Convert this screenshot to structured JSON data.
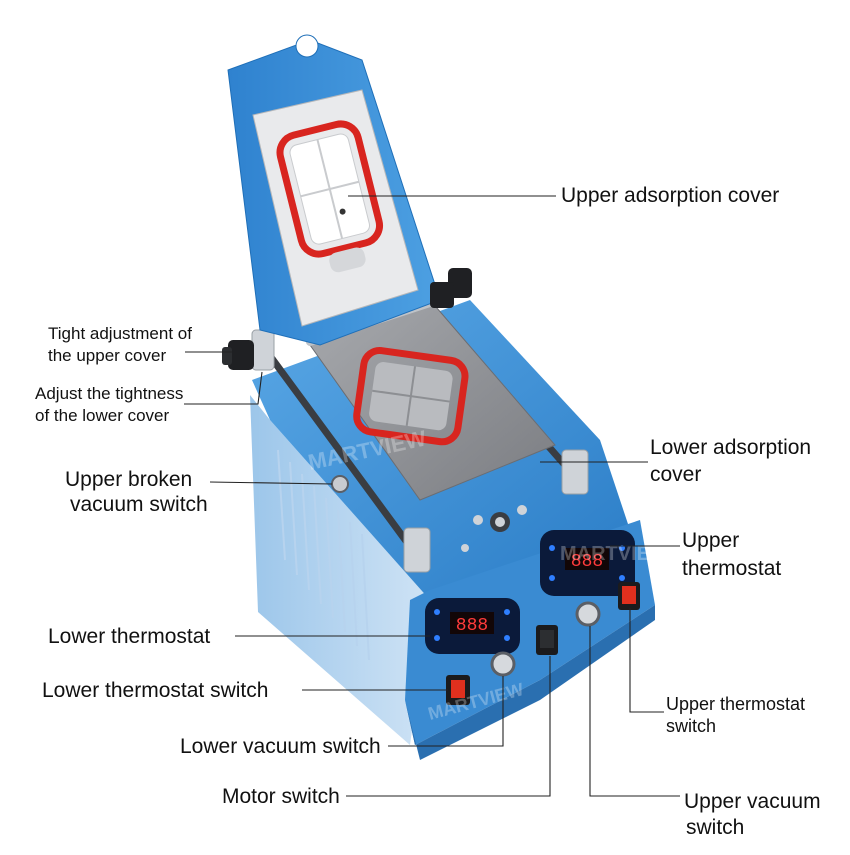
{
  "labels": {
    "upper_adsorption_cover": "Upper adsorption cover",
    "tight_adjust_line1": "Tight adjustment of",
    "tight_adjust_line2": "the upper cover",
    "adjust_lower_line1": "Adjust the tightness",
    "adjust_lower_line2": "of the lower cover",
    "upper_broken_line1": "Upper broken",
    "upper_broken_line2": "vacuum switch",
    "lower_adsorption_line1": "Lower adsorption",
    "lower_adsorption_line2": "cover",
    "upper_thermostat_line1": "Upper",
    "upper_thermostat_line2": "thermostat",
    "lower_thermostat": "Lower thermostat",
    "lower_thermostat_switch": "Lower thermostat switch",
    "lower_vacuum_switch": "Lower vacuum switch",
    "motor_switch": "Motor switch",
    "upper_thermostat_switch_line1": "Upper thermostat",
    "upper_thermostat_switch_line2": "switch",
    "upper_vacuum_switch_line1": "Upper vacuum",
    "upper_vacuum_switch_line2": "switch"
  },
  "device": {
    "brand_watermark": "MARTVIEW",
    "lower_display_reading": "888",
    "upper_display_reading": "888"
  },
  "colors": {
    "body_blue": "#3d8fd6",
    "body_blue_dark": "#1f6fb8",
    "gasket_red": "#d8251f",
    "switch_red": "#e0301e",
    "plate_grey": "#8d8f93",
    "display_bg": "#0b1a3a"
  }
}
